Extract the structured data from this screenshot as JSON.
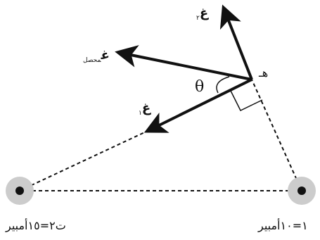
{
  "labels": {
    "force_2": {
      "symbol": "غ",
      "subscript": "٢"
    },
    "force_resultant": {
      "symbol": "غ",
      "subscript": "محصل"
    },
    "force_1": {
      "symbol": "غ",
      "subscript": "١"
    },
    "angle": "θ",
    "point": "هـ",
    "current_2": "ت٢=١٥أمبير",
    "current_1": "١=١٠أمبير"
  },
  "icons": {
    "wire_marker": "dot-in-circle",
    "right_angle": "right-angle-marker"
  },
  "colors": {
    "ink": "#111111",
    "wire_halo": "#cccccc"
  }
}
